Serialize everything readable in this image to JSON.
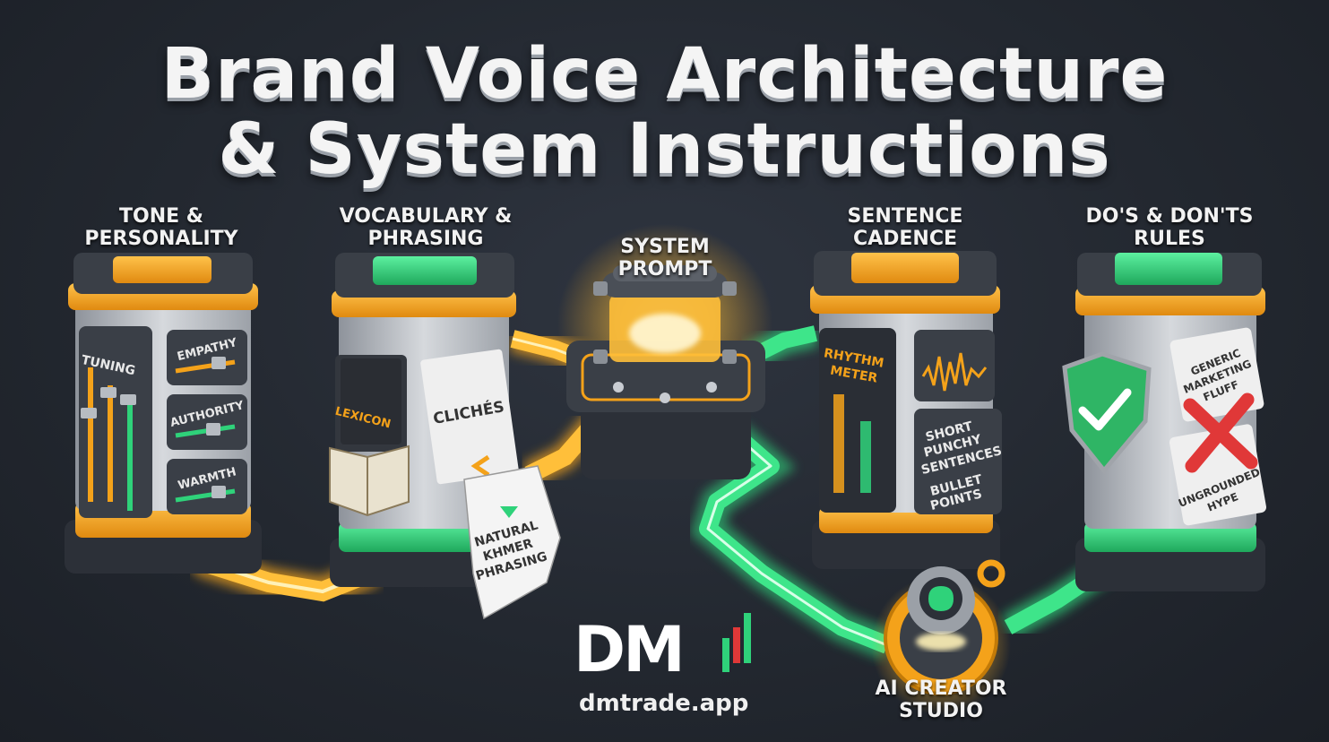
{
  "title": {
    "line1": "Brand Voice Architecture",
    "line2": "& System Instructions"
  },
  "modules": {
    "tone": {
      "label1": "TONE &",
      "label2": "PERSONALITY",
      "tuning": "TUNING",
      "sliders": [
        "EMPATHY",
        "AUTHORITY",
        "WARMTH"
      ]
    },
    "vocabulary": {
      "label1": "VOCABULARY &",
      "label2": "PHRASING",
      "lexicon": "LEXICON",
      "cliches": "CLICHÉS",
      "scroll1": "NATURAL",
      "scroll2": "KHMER",
      "scroll3": "PHRASING"
    },
    "system": {
      "label1": "SYSTEM",
      "label2": "PROMPT"
    },
    "cadence": {
      "label1": "SENTENCE",
      "label2": "CADENCE",
      "meter1": "RHYTHM",
      "meter2": "METER",
      "item1a": "SHORT",
      "item1b": "PUNCHY",
      "item1c": "SENTENCES",
      "item2a": "BULLET",
      "item2b": "POINTS"
    },
    "rules": {
      "label1": "DO'S & DON'TS",
      "label2": "RULES",
      "card1a": "GENERIC",
      "card1b": "MARKETING",
      "card1c": "FLUFF",
      "card2a": "UNGROUNDED",
      "card2b": "HYPE"
    }
  },
  "studio": {
    "label1": "AI CREATOR",
    "label2": "STUDIO"
  },
  "brand": {
    "logo": "DM",
    "url": "dmtrade.app"
  },
  "colors": {
    "orange": "#f4a21a",
    "green": "#2fd27a",
    "panel": "#3a3f47",
    "pillar": "#c9ccd1",
    "background": "#232830"
  }
}
